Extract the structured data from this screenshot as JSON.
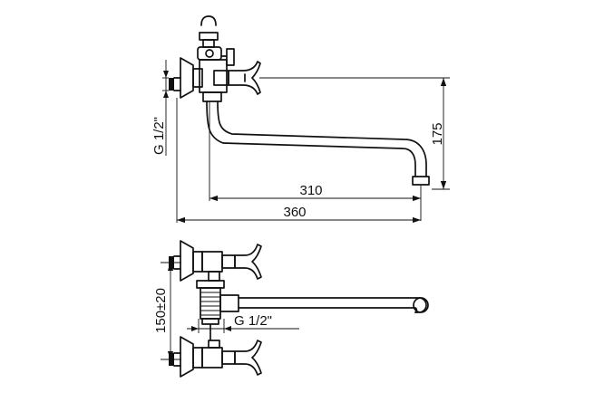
{
  "dimensions": {
    "spout_reach": "310",
    "overall_length": "360",
    "spout_height": "175",
    "thread_top": "G 1/2\"",
    "thread_bottom": "G 1/2\"",
    "centers": "150±20"
  }
}
